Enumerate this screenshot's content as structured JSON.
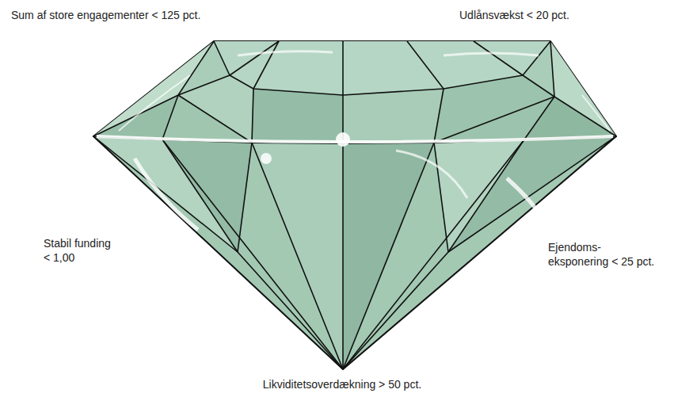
{
  "diagram": {
    "labels": [
      "Sum af store engagementer < 125 pct.",
      "Udlånsvækst < 20 pct.",
      "Stabil funding < 1,00",
      "Ejendoms- eksponering < 25 pct.",
      "Likviditetsoverdækning > 50 pct."
    ]
  }
}
